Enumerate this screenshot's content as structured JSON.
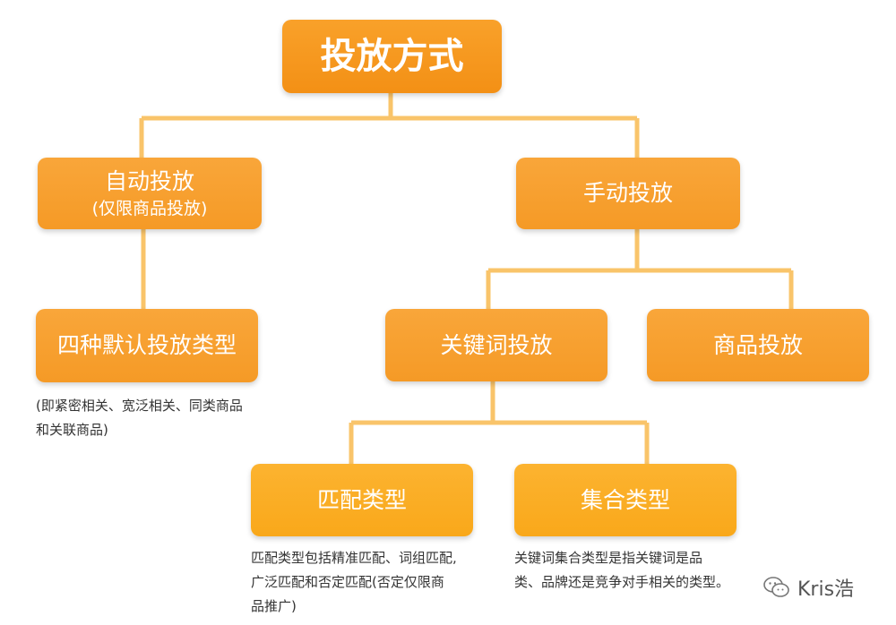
{
  "nodes": {
    "root": {
      "label": "投放方式"
    },
    "auto": {
      "label": "自动投放",
      "sublabel": "(仅限商品投放)"
    },
    "manual": {
      "label": "手动投放"
    },
    "four_types": {
      "label": "四种默认投放类型"
    },
    "keyword": {
      "label": "关键词投放"
    },
    "product": {
      "label": "商品投放"
    },
    "match_type": {
      "label": "匹配类型"
    },
    "set_type": {
      "label": "集合类型"
    }
  },
  "notes": {
    "four_types": [
      "(即紧密相关、宽泛相关、同类商品",
      "和关联商品)"
    ],
    "match_type": [
      "匹配类型包括精准匹配、词组匹配,",
      "广泛匹配和否定匹配(否定仅限商",
      "品推广)"
    ],
    "set_type": [
      "关键词集合类型是指关键词是品",
      "类、品牌还是竞争对手相关的类型。"
    ]
  },
  "watermark": {
    "text": "Kris浩",
    "icon": "wechat-icon"
  },
  "colors": {
    "connector": "#f9c46a",
    "node": "#f7a22a"
  }
}
